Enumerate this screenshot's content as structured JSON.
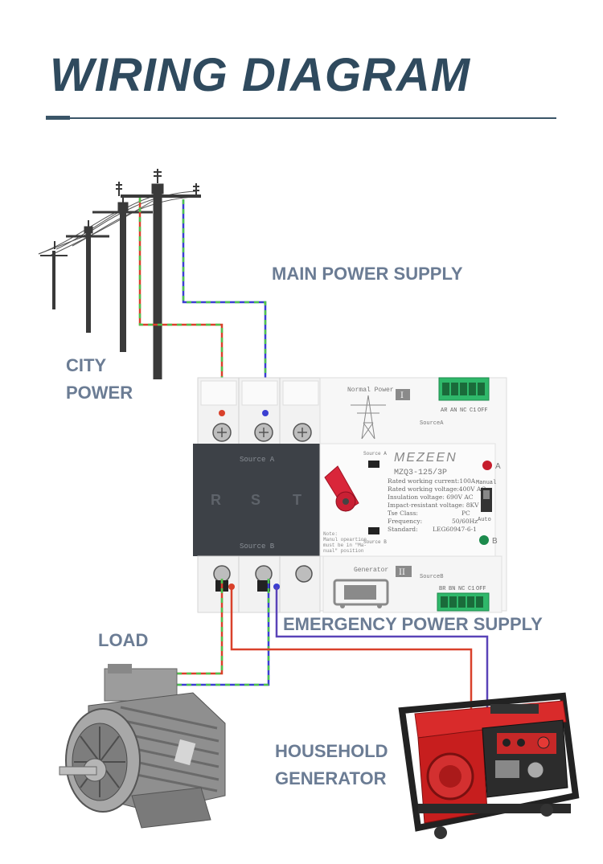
{
  "header": {
    "title": "WIRING DIAGRAM"
  },
  "labels": {
    "main_power": "MAIN POWER SUPPLY",
    "city_power": [
      "CITY",
      "POWER"
    ],
    "load": "LOAD",
    "emergency_power": "EMERGENCY POWER SUPPLY",
    "household_generator": [
      "HOUSEHOLD",
      "GENERATOR"
    ]
  },
  "switch": {
    "brand": "MEZEEN",
    "model": "MZQ3-125/3P",
    "specs": [
      "Rated working current:100A",
      "Rated working voltage:400V AC",
      "Insulation voltage: 690V AC",
      "Impact-resistant voltage: 8KV",
      "Tse Class:",
      "Frequency:",
      "Standard:"
    ],
    "spec_values": [
      "",
      "",
      "",
      "",
      "PC",
      "50/60Hz",
      "LEG60947-6-1"
    ],
    "normal_power": "Normal Power",
    "roman_one": "I",
    "roman_two": "II",
    "generator": "Generator",
    "source_a": "SourceA",
    "source_b": "SourceB",
    "source_a_front": "Source A",
    "source_b_front": "Source B",
    "source_a_small": "Source A",
    "source_b_small": "Source B",
    "phases": [
      "R",
      "S",
      "T"
    ],
    "indicator_a": "A",
    "indicator_b": "B",
    "manual": "Manual",
    "auto": "Auto",
    "note": [
      "Note:",
      "Manul opeartion",
      "must be in \"Ma-",
      "nual\" position"
    ],
    "terminal_top": [
      "AR",
      "AN",
      "NC",
      "C1",
      "OFF"
    ],
    "terminal_bottom": [
      "BR",
      "BN",
      "NC",
      "C1",
      "OFF"
    ]
  },
  "colors": {
    "title": "#2f4a5e",
    "label": "#6b7c94",
    "wire_red": "#d9412b",
    "wire_blue": "#3b3fd1",
    "wire_green": "#4cc34c",
    "wire_purple": "#5a43b8"
  },
  "icons": {
    "power_poles": "power-pole-icon",
    "motor": "electric-motor-icon",
    "generator": "portable-generator-icon",
    "transfer_switch": "automatic-transfer-switch-icon"
  }
}
